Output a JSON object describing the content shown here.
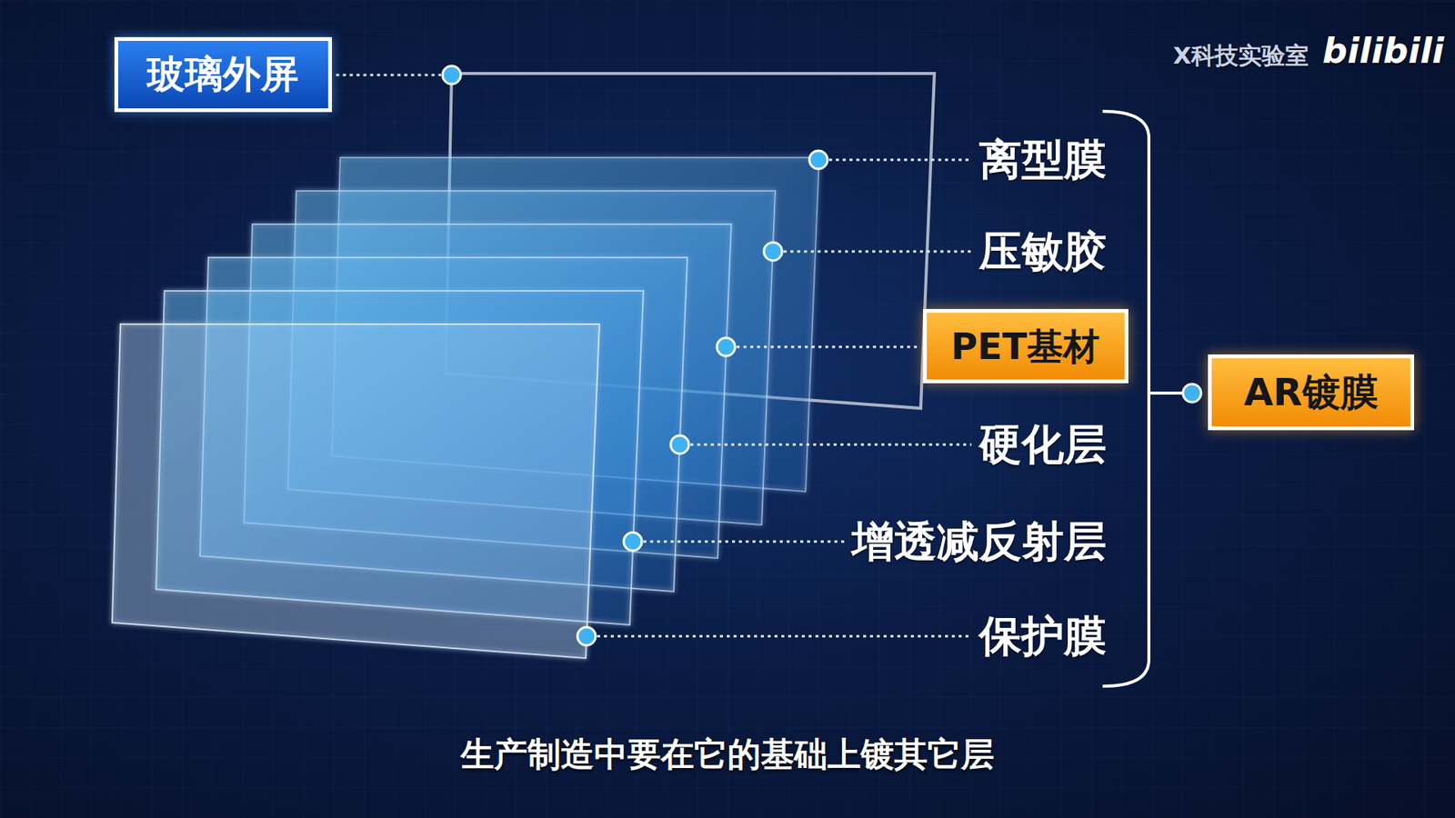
{
  "diagram": {
    "caption": "生产制造中要在它的基础上镀其它层",
    "nodes": [
      {
        "text": [
          "玻璃外屏"
        ]
      },
      {
        "text": [
          "PET基材"
        ]
      },
      {
        "text": [
          "AR镀膜"
        ]
      }
    ],
    "labels": [
      "X科技实验室",
      "bilibili",
      "离型膜",
      "压敏胶",
      "硬化层",
      "增透减反射层",
      "保护膜"
    ]
  }
}
